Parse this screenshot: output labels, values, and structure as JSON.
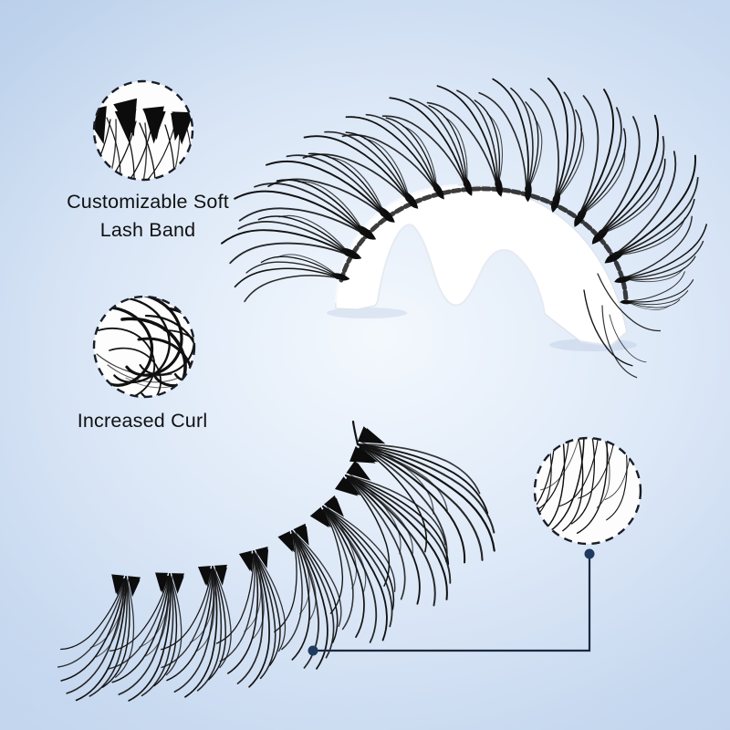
{
  "callouts": {
    "lash_band": {
      "line1": "Customizable Soft",
      "line2": "Lash Band"
    },
    "curl": {
      "label": "Increased Curl"
    }
  },
  "colors": {
    "lash": "#121212",
    "knot": "#0c0c0c",
    "connector_line": "#1b2940",
    "connector_dot": "#1e3a5f",
    "circle_border": "#181d26",
    "circle_fill": "#fdfdfe",
    "background_edge": "#b3cbe8",
    "background_center": "#edf3fb",
    "tray_white": "#ffffff",
    "tray_edge": "#dce2ea"
  }
}
